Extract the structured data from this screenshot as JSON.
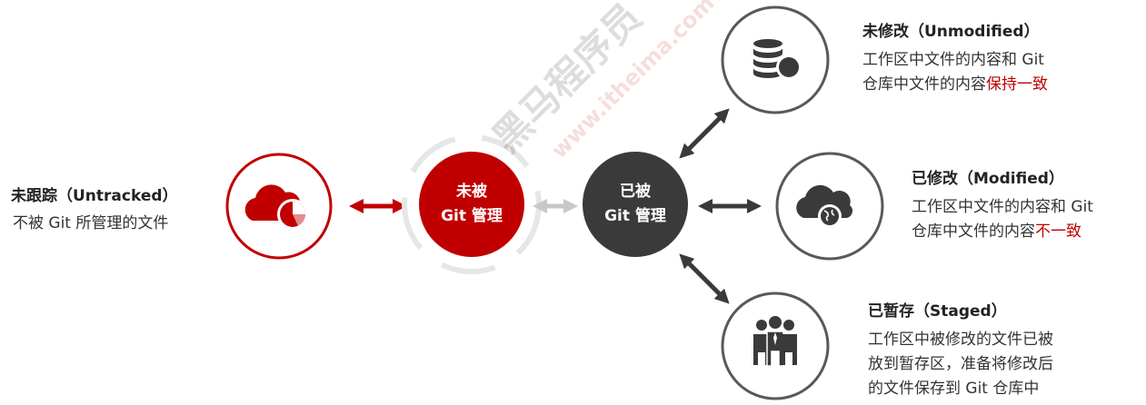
{
  "watermark": {
    "brand": "黑马程序员",
    "url": "www.itheima.com"
  },
  "untracked": {
    "title": "未跟踪（Untracked）",
    "desc": "不被 Git 所管理的文件",
    "icon": "cloud-pie-icon"
  },
  "state_untracked": {
    "line1": "未被",
    "line2": "Git 管理"
  },
  "state_tracked": {
    "line1": "已被",
    "line2": "Git 管理"
  },
  "unmodified": {
    "title": "未修改（Unmodified）",
    "line1": "工作区中文件的内容和 Git",
    "line2_prefix": "仓库中文件的内容",
    "line2_highlight": "保持一致",
    "icon": "database-icon"
  },
  "modified": {
    "title": "已修改（Modified）",
    "line1": "工作区中文件的内容和 Git",
    "line2_prefix": "仓库中文件的内容",
    "line2_highlight": "不一致",
    "icon": "cloud-globe-icon"
  },
  "staged": {
    "title": "已暂存（Staged）",
    "line1": "工作区中被修改的文件已被",
    "line2": "放到暂存区，准备将修改后",
    "line3": "的文件保存到 Git 仓库中",
    "icon": "people-icon"
  },
  "colors": {
    "red": "#c00000",
    "dark": "#3a3a3a",
    "ring": "#595959",
    "arrow_light": "#c8c8c8"
  }
}
